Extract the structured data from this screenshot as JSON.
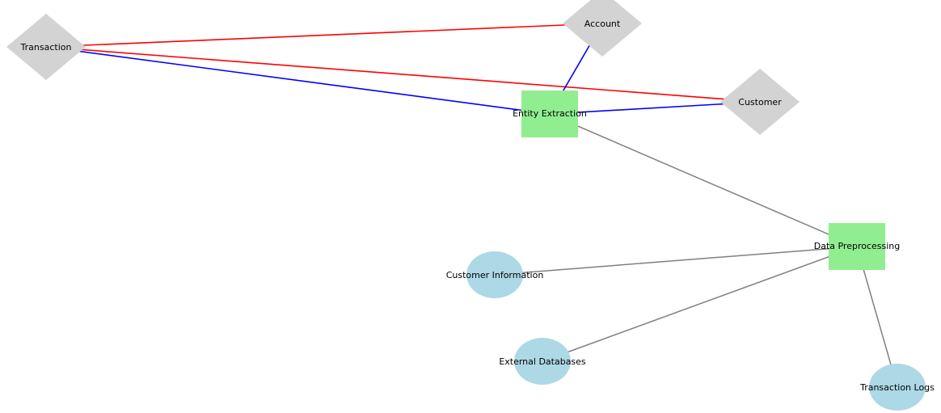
{
  "colors": {
    "source": "#add8e6",
    "process": "#90ee90",
    "entity": "#d3d3d3",
    "edge_flow": "#808080",
    "edge_red": "#ff0000",
    "edge_blue": "#0000ff"
  },
  "nodes": {
    "transaction": {
      "label": "Transaction",
      "kind": "entity"
    },
    "account": {
      "label": "Account",
      "kind": "entity"
    },
    "customer": {
      "label": "Customer",
      "kind": "entity"
    },
    "entity_extraction": {
      "label": "Entity Extraction",
      "kind": "process"
    },
    "data_preprocessing": {
      "label": "Data Preprocessing",
      "kind": "process"
    },
    "customer_information": {
      "label": "Customer Information",
      "kind": "source"
    },
    "external_databases": {
      "label": "External Databases",
      "kind": "source"
    },
    "transaction_logs": {
      "label": "Transaction Logs",
      "kind": "source"
    }
  },
  "edges": [
    {
      "from": "transaction",
      "to": "account",
      "color": "edge_red"
    },
    {
      "from": "transaction",
      "to": "customer",
      "color": "edge_red"
    },
    {
      "from": "transaction",
      "to": "entity_extraction",
      "color": "edge_blue"
    },
    {
      "from": "account",
      "to": "entity_extraction",
      "color": "edge_blue"
    },
    {
      "from": "customer",
      "to": "entity_extraction",
      "color": "edge_blue"
    },
    {
      "from": "entity_extraction",
      "to": "data_preprocessing",
      "color": "edge_flow"
    },
    {
      "from": "customer_information",
      "to": "data_preprocessing",
      "color": "edge_flow"
    },
    {
      "from": "external_databases",
      "to": "data_preprocessing",
      "color": "edge_flow"
    },
    {
      "from": "transaction_logs",
      "to": "data_preprocessing",
      "color": "edge_flow"
    }
  ]
}
